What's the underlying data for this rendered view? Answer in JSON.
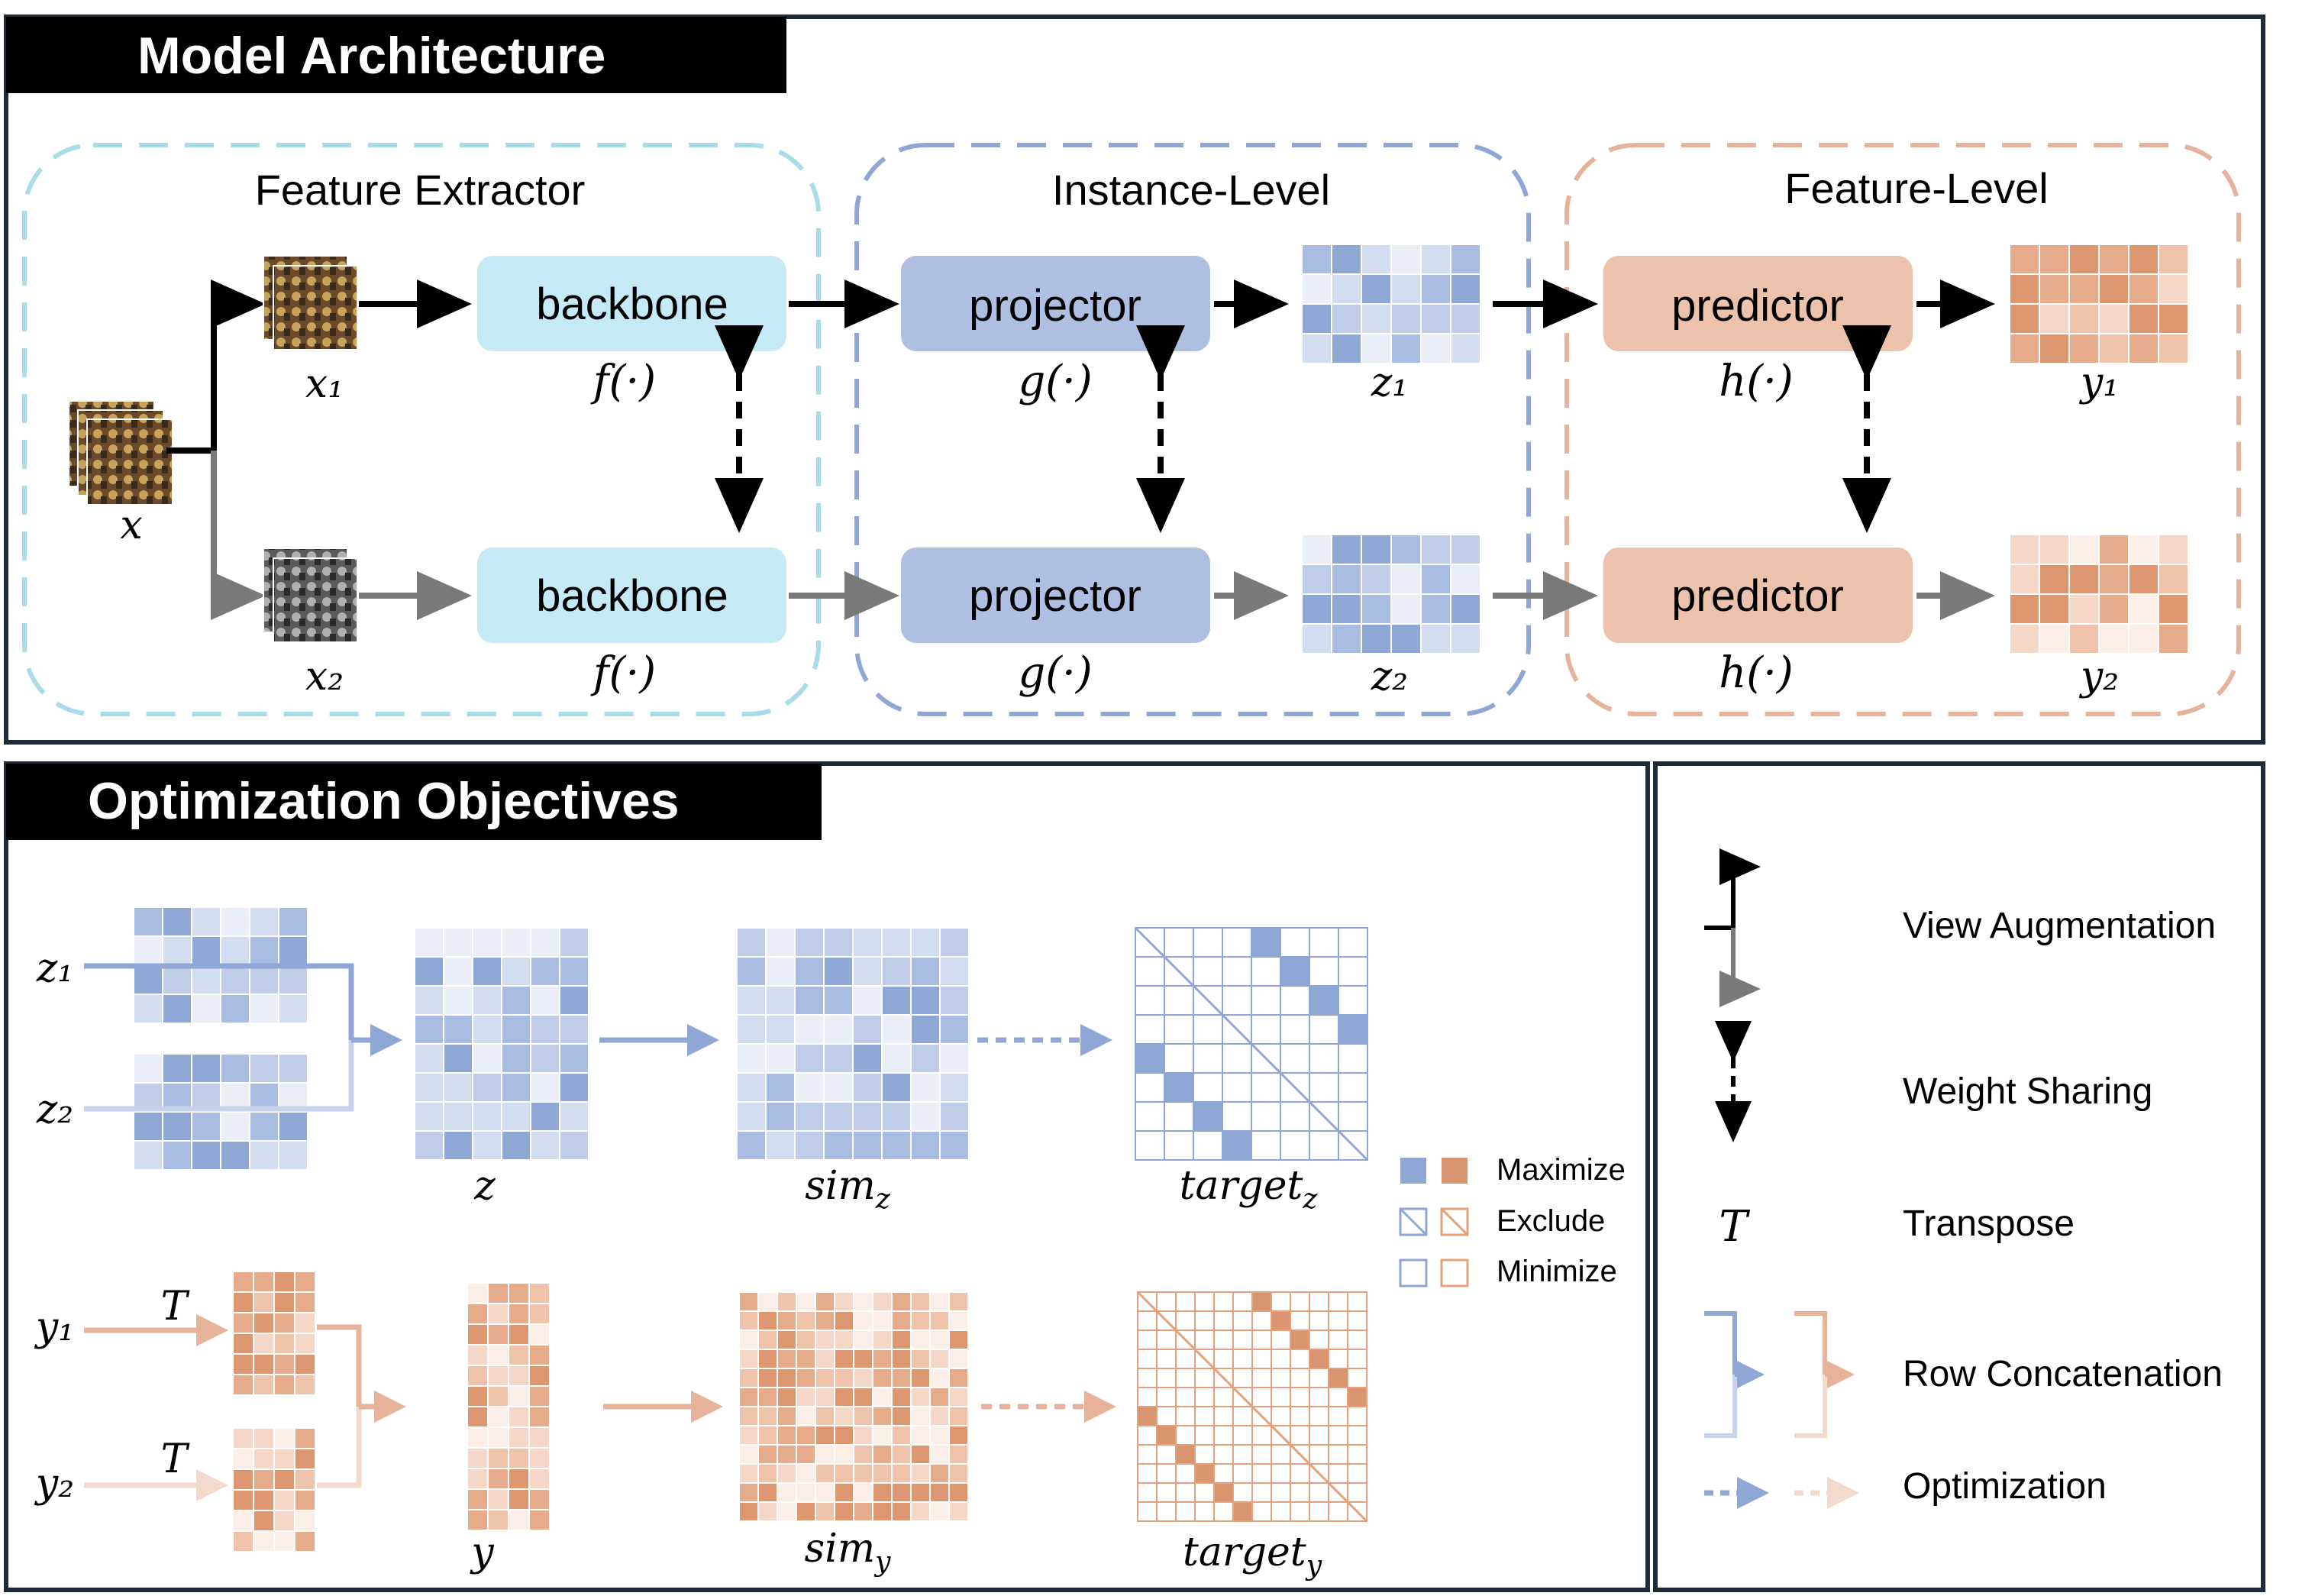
{
  "colors": {
    "frame": "#1c2a3a",
    "header_bg": "#000000",
    "header_text": "#ffffff",
    "cyan": "#a8dcea",
    "cyan_box": "#c5eaf5",
    "blue": "#8fa7d5",
    "blue_box": "#aebfe2",
    "orange": "#e6b39a",
    "orange_box": "#ecc2ac",
    "arrow_black": "#000000",
    "arrow_gray": "#7a7a7a",
    "blue_light": "#c9d4ec",
    "orange_light": "#f2d9cc"
  },
  "architecture": {
    "title": "Model Architecture",
    "groups": {
      "feature_extractor": "Feature Extractor",
      "instance_level": "Instance-Level",
      "feature_level": "Feature-Level"
    },
    "top_row": {
      "view_label": "x₁",
      "backbone": "backbone",
      "backbone_fn": "f(·)",
      "projector": "projector",
      "projector_fn": "g(·)",
      "z_label": "z₁",
      "predictor": "predictor",
      "predictor_fn": "h(·)",
      "y_label": "y₁"
    },
    "bottom_row": {
      "view_label": "x₂",
      "backbone": "backbone",
      "backbone_fn": "f(·)",
      "projector": "projector",
      "projector_fn": "g(·)",
      "z_label": "z₂",
      "predictor": "predictor",
      "predictor_fn": "h(·)",
      "y_label": "y₂"
    },
    "input_label": "x"
  },
  "objectives": {
    "title": "Optimization Objectives",
    "z1": "z₁",
    "z2": "z₂",
    "z": "z",
    "sim_z": "sim",
    "sim_z_sub": "z",
    "target_z": "target",
    "target_z_sub": "z",
    "y1": "y₁",
    "y2": "y₂",
    "T": "T",
    "y": "y",
    "sim_y": "sim",
    "sim_y_sub": "y",
    "target_y": "target",
    "target_y_sub": "y",
    "legend": {
      "maximize": "Maximize",
      "exclude": "Exclude",
      "minimize": "Minimize"
    }
  },
  "key": {
    "view_augmentation": "View Augmentation",
    "weight_sharing": "Weight Sharing",
    "T": "T",
    "transpose": "Transpose",
    "row_concatenation": "Row Concatenation",
    "optimization": "Optimization"
  }
}
